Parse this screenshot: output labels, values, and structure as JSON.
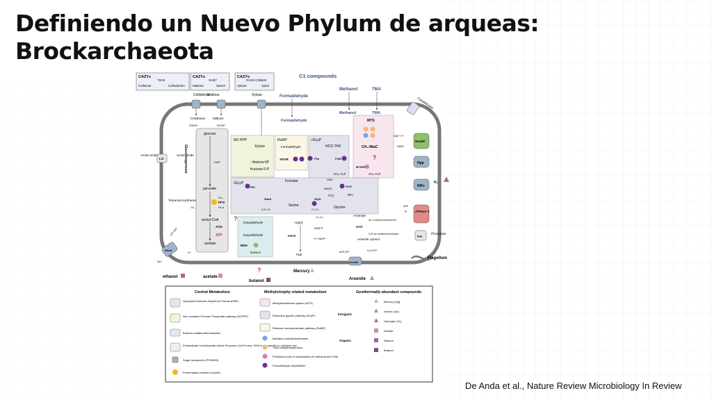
{
  "slide": {
    "title": "Definiendo un Nuevo Phylum de arqueas: Brockarchaeota",
    "citation": "De Anda et al., Nature Review Microbiology In Review"
  },
  "diagram": {
    "cazys": [
      {
        "title": "CAZYs",
        "sub": "*GH5",
        "left": "Cellulose",
        "right": "Cellodextrin"
      },
      {
        "title": "CAZYs",
        "sub": "GH57",
        "left": "Maltose",
        "right": "Starch"
      },
      {
        "title": "CAZYs",
        "sub": "GH10+CBM22",
        "left": "Xylose",
        "right": "Xylan"
      }
    ],
    "c1_title": "C1 compounds",
    "top_labels": {
      "cellobiose": "Cellobiose",
      "maltose": "Maltose",
      "xylose": "Xylose",
      "formaldehyde": "Formaldehyde",
      "methanol": "Methanol",
      "tma": "TMA",
      "cobalt": "Cobalt/Nickel"
    },
    "inner": {
      "formaldehyde": "Formaldehyde",
      "methanol": "Methanol",
      "tma": "TMA",
      "cellobiose": "Cellobiose",
      "maltose": "Maltose",
      "k05349": "K05349",
      "k01187": "K01187",
      "glucose": "glucose",
      "gluconeogenesis": "Gluconeogenesis",
      "emp": "EMP",
      "noppp": "NO PPP",
      "xylose": "Xylose",
      "ribulose": "ribulose-5P",
      "fructose": "fructose 6-P",
      "rump": "RuMP",
      "rump_formaldehyde": "Formaldehyde",
      "afor": "AFOR",
      "rglyp": "rGLyP",
      "hco_thf": "HCO-THF",
      "fhs": "Fhs",
      "fold": "FolD",
      "ch2thf": "CH₂-H₄F",
      "mts": "MTS",
      "ch3_mtac": "CH₃-MtaC",
      "mthfr": "MTHFR",
      "ch3thf": "CH₃-H₄F",
      "qmark": "?",
      "rglyp2": "rGLyP",
      "pfl": "PFL",
      "formate": "Formate",
      "nad": "NAD",
      "nadh": "NADH",
      "gcs": "GCS",
      "co2": "CO₂",
      "nh3": "NH₃",
      "glycine": "Glycine",
      "sdaa": "SdaA",
      "glya": "GlyA",
      "serine": "Serine",
      "ec1": "4.3.1.19",
      "ec2": "2.1.2.1",
      "ec3": "2.1.2.1",
      "pyruvate": "pyruvate",
      "pfo": "PFO",
      "fdox": "Fdₒₓ",
      "fdred": "Fdᵣₑd",
      "terpenoid": "Terpenoid synthesis",
      "co2b": "CO₂",
      "acetylcoa": "acetyl-CoA",
      "acd": "ACD",
      "atp": "ATP",
      "acetate": "acetate",
      "butyraldehyde": "butyraldehyde",
      "butyraldehyde2": "butyraldehyde",
      "bdh": "BDH",
      "butanol": "butanol",
      "hg2": "Hg(II)",
      "nadph": "NADPH",
      "mera": "merA",
      "h_nadp": "H⁺ NADP⁺",
      "hg0": "Hg0",
      "arsenate": "Arsenate",
      "arsc": "arsC",
      "reduced": "2e- a reduced thioredoxin",
      "oxidized": "H₂O an oxidized thioredoxin",
      "arsenite": "Arsenite cytosol",
      "liv": "Liv",
      "amino1": "Amino acids",
      "amino2": "Amino acids",
      "atp_adp": "ATP ADP",
      "nhaa": "NhaA",
      "na": "Na⁺",
      "hplus": "H⁺",
      "nuoef": "NuoEF",
      "nad_h": "NAD⁺ H⁺",
      "nadh2": "NADH",
      "hpp": "Hpp",
      "nife": "NiFe",
      "h2": "H₂",
      "atpase": "ATPase V",
      "adp": "ADP",
      "pi": "Pi",
      "pst": "Pst",
      "phosphate": "Phosphate",
      "arsab": "arsAB",
      "adp_atp": "ADP ATP",
      "flagellum": "Flagellum",
      "h2o_atp": "H₂O ATP"
    },
    "outputs": {
      "ethanol": "ethanol",
      "acetate": "acetate",
      "butanol": "butanol",
      "mercury": "Mercury",
      "arsenite": "Arsenite"
    },
    "legend": {
      "central_title": "Central Metabolism",
      "central": [
        "Glycolysis Embden–Meyerhof–Parnas (EMP)",
        "Non oxidative Pentose Phosphate pathway (NOPPP)",
        "Butanol oxidation/fermentation",
        "Extracellular Carbohydrate-Active Enzymes (CAZYmes) *GH5 is not specific to cellulose see",
        "Sugar transporter (PF00083)",
        "Fermentation-related enzymes"
      ],
      "methylo_title": "Methylotrophy related metabolism",
      "methylo": [
        "Methyltransferase system (MTS)",
        "Reductive glycine pathway (rGlyP)",
        "Ribulose monophosphate pathway (RuMP)",
        "Methanol methyltransferases",
        "TMA methyltransferases",
        "Predicted route for assimilation of methanol and TMA",
        "Formaldehyde assimilation"
      ],
      "geo_title": "Geothermally abundant compounds",
      "inorganic_label": "Inorganic",
      "organic_label": "Organic",
      "geo": [
        "Mercury (Hg)",
        "Arsenic (As)",
        "Hydrogen (H₂)",
        "Acetate",
        "Ethanol",
        "Butanol"
      ]
    },
    "colors": {
      "emp": "#e6e6e6",
      "noppp": "#eef5dc",
      "butanol": "#dcedf0",
      "cazy": "#eceff7",
      "transporter": "#9fb3c9",
      "ferment": "#f2b822",
      "mts": "#f7e6ee",
      "rglyp": "#e3e3ee",
      "rump": "#fbf7e6",
      "methanol_mt": "#7ea3d9",
      "tma_mt": "#f3b67a",
      "route": "#d97bb6",
      "formald": "#6a2f8f",
      "mercury": "#c9b89a",
      "arsenic": "#a39c84",
      "hydrogen": "#a7796b",
      "acetate_sq": "#c98fa0",
      "ethanol_sq": "#a56a8c",
      "butanol_sq": "#7a4f7a",
      "atpase": "#e08a8a",
      "cyto_green": "#8fbf6a",
      "membrane": "#777777"
    }
  }
}
